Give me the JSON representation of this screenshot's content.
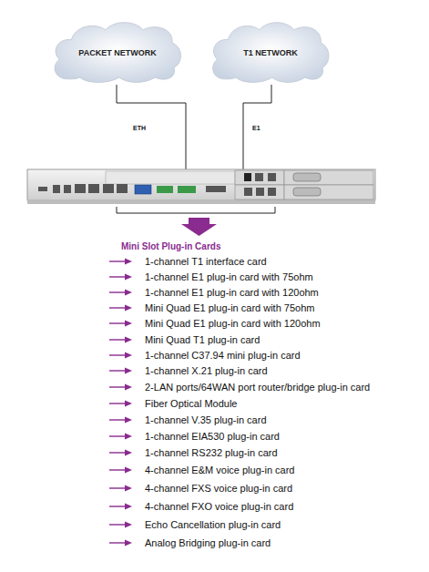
{
  "diagram": {
    "nodes": [
      {
        "text": [
          "PACKET NETWORK"
        ]
      },
      {
        "text": [
          "T1 NETWORK"
        ]
      }
    ],
    "labels": [
      "ETH",
      "E1",
      "Mini Slot Plug-in Cards",
      "1-channel T1 interface card",
      "1-channel E1 plug-in card with 75ohm",
      "1-channel E1 plug-in card with 120ohm",
      "Mini Quad E1 plug-in card with 75ohm",
      "Mini Quad E1 plug-in card with 120ohm",
      "Mini Quad T1 plug-in card",
      "1-channel C37.94 mini plug-in card",
      "1-channel X.21 plug-in card",
      "2-LAN ports/64WAN port router/bridge plug-in card",
      "Fiber Optical Module",
      "1-channel V.35 plug-in card",
      "1-channel EIA530 plug-in card",
      "1-channel RS232 plug-in card",
      "4-channel E&M voice plug-in card",
      "4-channel FXS voice plug-in card",
      "4-channel FXO voice plug-in card",
      "Echo Cancellation plug-in card",
      "Analog Bridging plug-in card"
    ]
  }
}
